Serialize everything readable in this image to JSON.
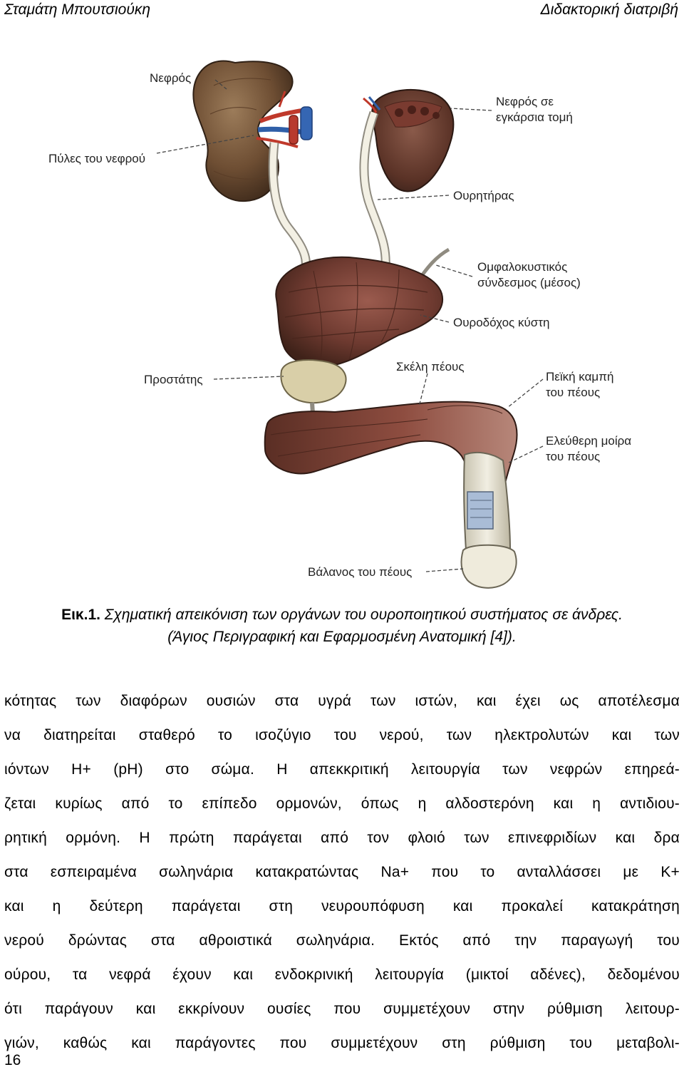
{
  "header": {
    "author": "Σταμάτη Μπουτσιούκη",
    "thesis": "Διδακτορική διατριβή"
  },
  "figure": {
    "labels": {
      "kidney": "Νεφρός",
      "hilum": "Πύλες του νεφρού",
      "kidney_section_1": "Νεφρός σε",
      "kidney_section_2": "εγκάρσια τομή",
      "ureter": "Ουρητήρας",
      "umbilical_1": "Ομφαλοκυστικός",
      "umbilical_2": "σύνδεσμος (μέσος)",
      "bladder": "Ουροδόχος κύστη",
      "prostate": "Προστάτης",
      "crura": "Σκέλη πέους",
      "penile_curve_1": "Πεϊκή καμπή",
      "penile_curve_2": "του πέους",
      "free_part_1": "Ελεύθερη μοίρα",
      "free_part_2": "του πέους",
      "glans": "Βάλανος του πέους"
    }
  },
  "caption": {
    "number": "Εικ.1.",
    "text": " Σχηματική απεικόνιση των οργάνων του ουροποιητικού συστήματος σε άνδρες.",
    "source": "(Άγιος Περιγραφική και Εφαρμοσμένη Ανατομική [4])."
  },
  "body": {
    "lines": [
      "κότητας των διαφόρων ουσιών στα υγρά των ιστών, και έχει ως αποτέλεσμα",
      "να διατηρείται σταθερό το ισοζύγιο του νερού, των ηλεκτρολυτών και των",
      "ιόντων Η+ (pH) στο σώμα. Η απεκκριτική λειτουργία των νεφρών επηρεά-",
      "ζεται κυρίως από το επίπεδο ορμονών, όπως η αλδοστερόνη και η αντιδιου-",
      "ρητική ορμόνη. Η πρώτη παράγεται από τον φλοιό των επινεφριδίων και δρα",
      "στα εσπειραμένα σωληνάρια κατακρατώντας Na+ που το ανταλλάσσει με Κ+",
      "και η δεύτερη παράγεται στη νευρουπόφυση και προκαλεί κατακράτηση",
      "νερού δρώντας στα αθροιστικά σωληνάρια. Εκτός από την παραγωγή του",
      "ούρου, τα νεφρά έχουν και ενδοκρινική λειτουργία (μικτοί αδένες), δεδομένου",
      "ότι παράγουν και εκκρίνουν ουσίες που συμμετέχουν στην ρύθμιση λειτουρ-",
      "γιών, καθώς και παράγοντες που συμμετέχουν στη ρύθμιση του μεταβολι-"
    ]
  },
  "page_number": "16"
}
